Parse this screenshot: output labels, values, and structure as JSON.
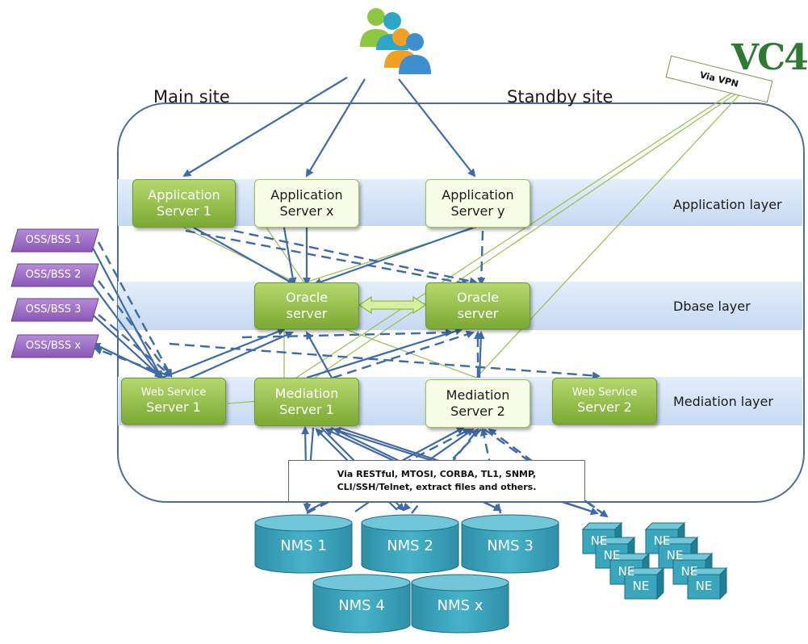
{
  "brand": {
    "logo_text": "VC4"
  },
  "sites": {
    "main": "Main site",
    "standby": "Standby site"
  },
  "vpn_label": "Via VPN",
  "layers": {
    "application": "Application layer",
    "dbase": "Dbase layer",
    "mediation": "Mediation layer"
  },
  "app_servers": [
    {
      "line1": "Application",
      "line2": "Server 1"
    },
    {
      "line1": "Application",
      "line2": "Server x"
    },
    {
      "line1": "Application",
      "line2": "Server y"
    }
  ],
  "db_servers": [
    {
      "line1": "Oracle",
      "line2": "server"
    },
    {
      "line1": "Oracle",
      "line2": "server"
    }
  ],
  "mediation_servers": [
    {
      "line1": "Web Service",
      "line2": "Server 1"
    },
    {
      "line1": "Mediation",
      "line2": "Server 1"
    },
    {
      "line1": "Mediation",
      "line2": "Server 2"
    },
    {
      "line1": "Web Service",
      "line2": "Server 2"
    }
  ],
  "oss_bss": [
    "OSS/BSS 1",
    "OSS/BSS 2",
    "OSS/BSS 3",
    "OSS/BSS x"
  ],
  "protocols": {
    "line1": "Via RESTful, MTOSI, CORBA, TL1, SNMP,",
    "line2": "CLI/SSH/Telnet, extract files and others."
  },
  "nms": [
    "NMS 1",
    "NMS 2",
    "NMS 3",
    "NMS 4",
    "NMS x"
  ],
  "ne_label": "NE",
  "colors": {
    "layer_band": "#d6e4f7",
    "site_border": "#4a6f9c",
    "arrow_blue": "#3f6aa8",
    "arrow_green": "#9cc356",
    "server_green": "#8dbb3d",
    "nms_teal": "#3aa6bd",
    "oss_purple": "#9a6cc6",
    "brand_green": "#2f7a33"
  },
  "icons": {
    "users": "users-group-icon"
  }
}
